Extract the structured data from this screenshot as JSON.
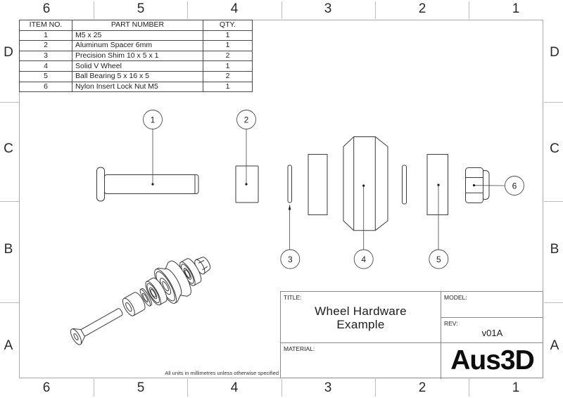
{
  "sheet": {
    "units_note": "All units in millimetres unless otherwise specified"
  },
  "zones": {
    "columns": [
      "6",
      "5",
      "4",
      "3",
      "2",
      "1"
    ],
    "rows": [
      "D",
      "C",
      "B",
      "A"
    ]
  },
  "bom_table": {
    "headers": [
      "ITEM NO.",
      "PART NUMBER",
      "QTY."
    ],
    "rows": [
      [
        "1",
        "M5 x 25",
        "1"
      ],
      [
        "2",
        "Aluminum Spacer 6mm",
        "1"
      ],
      [
        "3",
        "Precision Shim 10 x 5 x 1",
        "2"
      ],
      [
        "4",
        "Solid V Wheel",
        "1"
      ],
      [
        "5",
        "Ball Bearing 5 x 16 x 5",
        "2"
      ],
      [
        "6",
        "Nylon Insert Lock Nut M5",
        "1"
      ]
    ]
  },
  "balloons": [
    "1",
    "2",
    "3",
    "4",
    "5",
    "6"
  ],
  "title_block": {
    "title_label": "TITLE:",
    "title_line1": "Wheel Hardware",
    "title_line2": "Example",
    "model_label": "MODEL:",
    "model_value": "",
    "rev_label": "REV:",
    "rev_value": "v01A",
    "material_label": "MATERIAL:",
    "material_value": "",
    "logo_text": "Aus3D"
  },
  "colors": {
    "line": "#3a3a3a",
    "frame": "#a9a9a9",
    "table_border": "#4a4a4a",
    "text": "#222222",
    "background": "#ffffff"
  }
}
